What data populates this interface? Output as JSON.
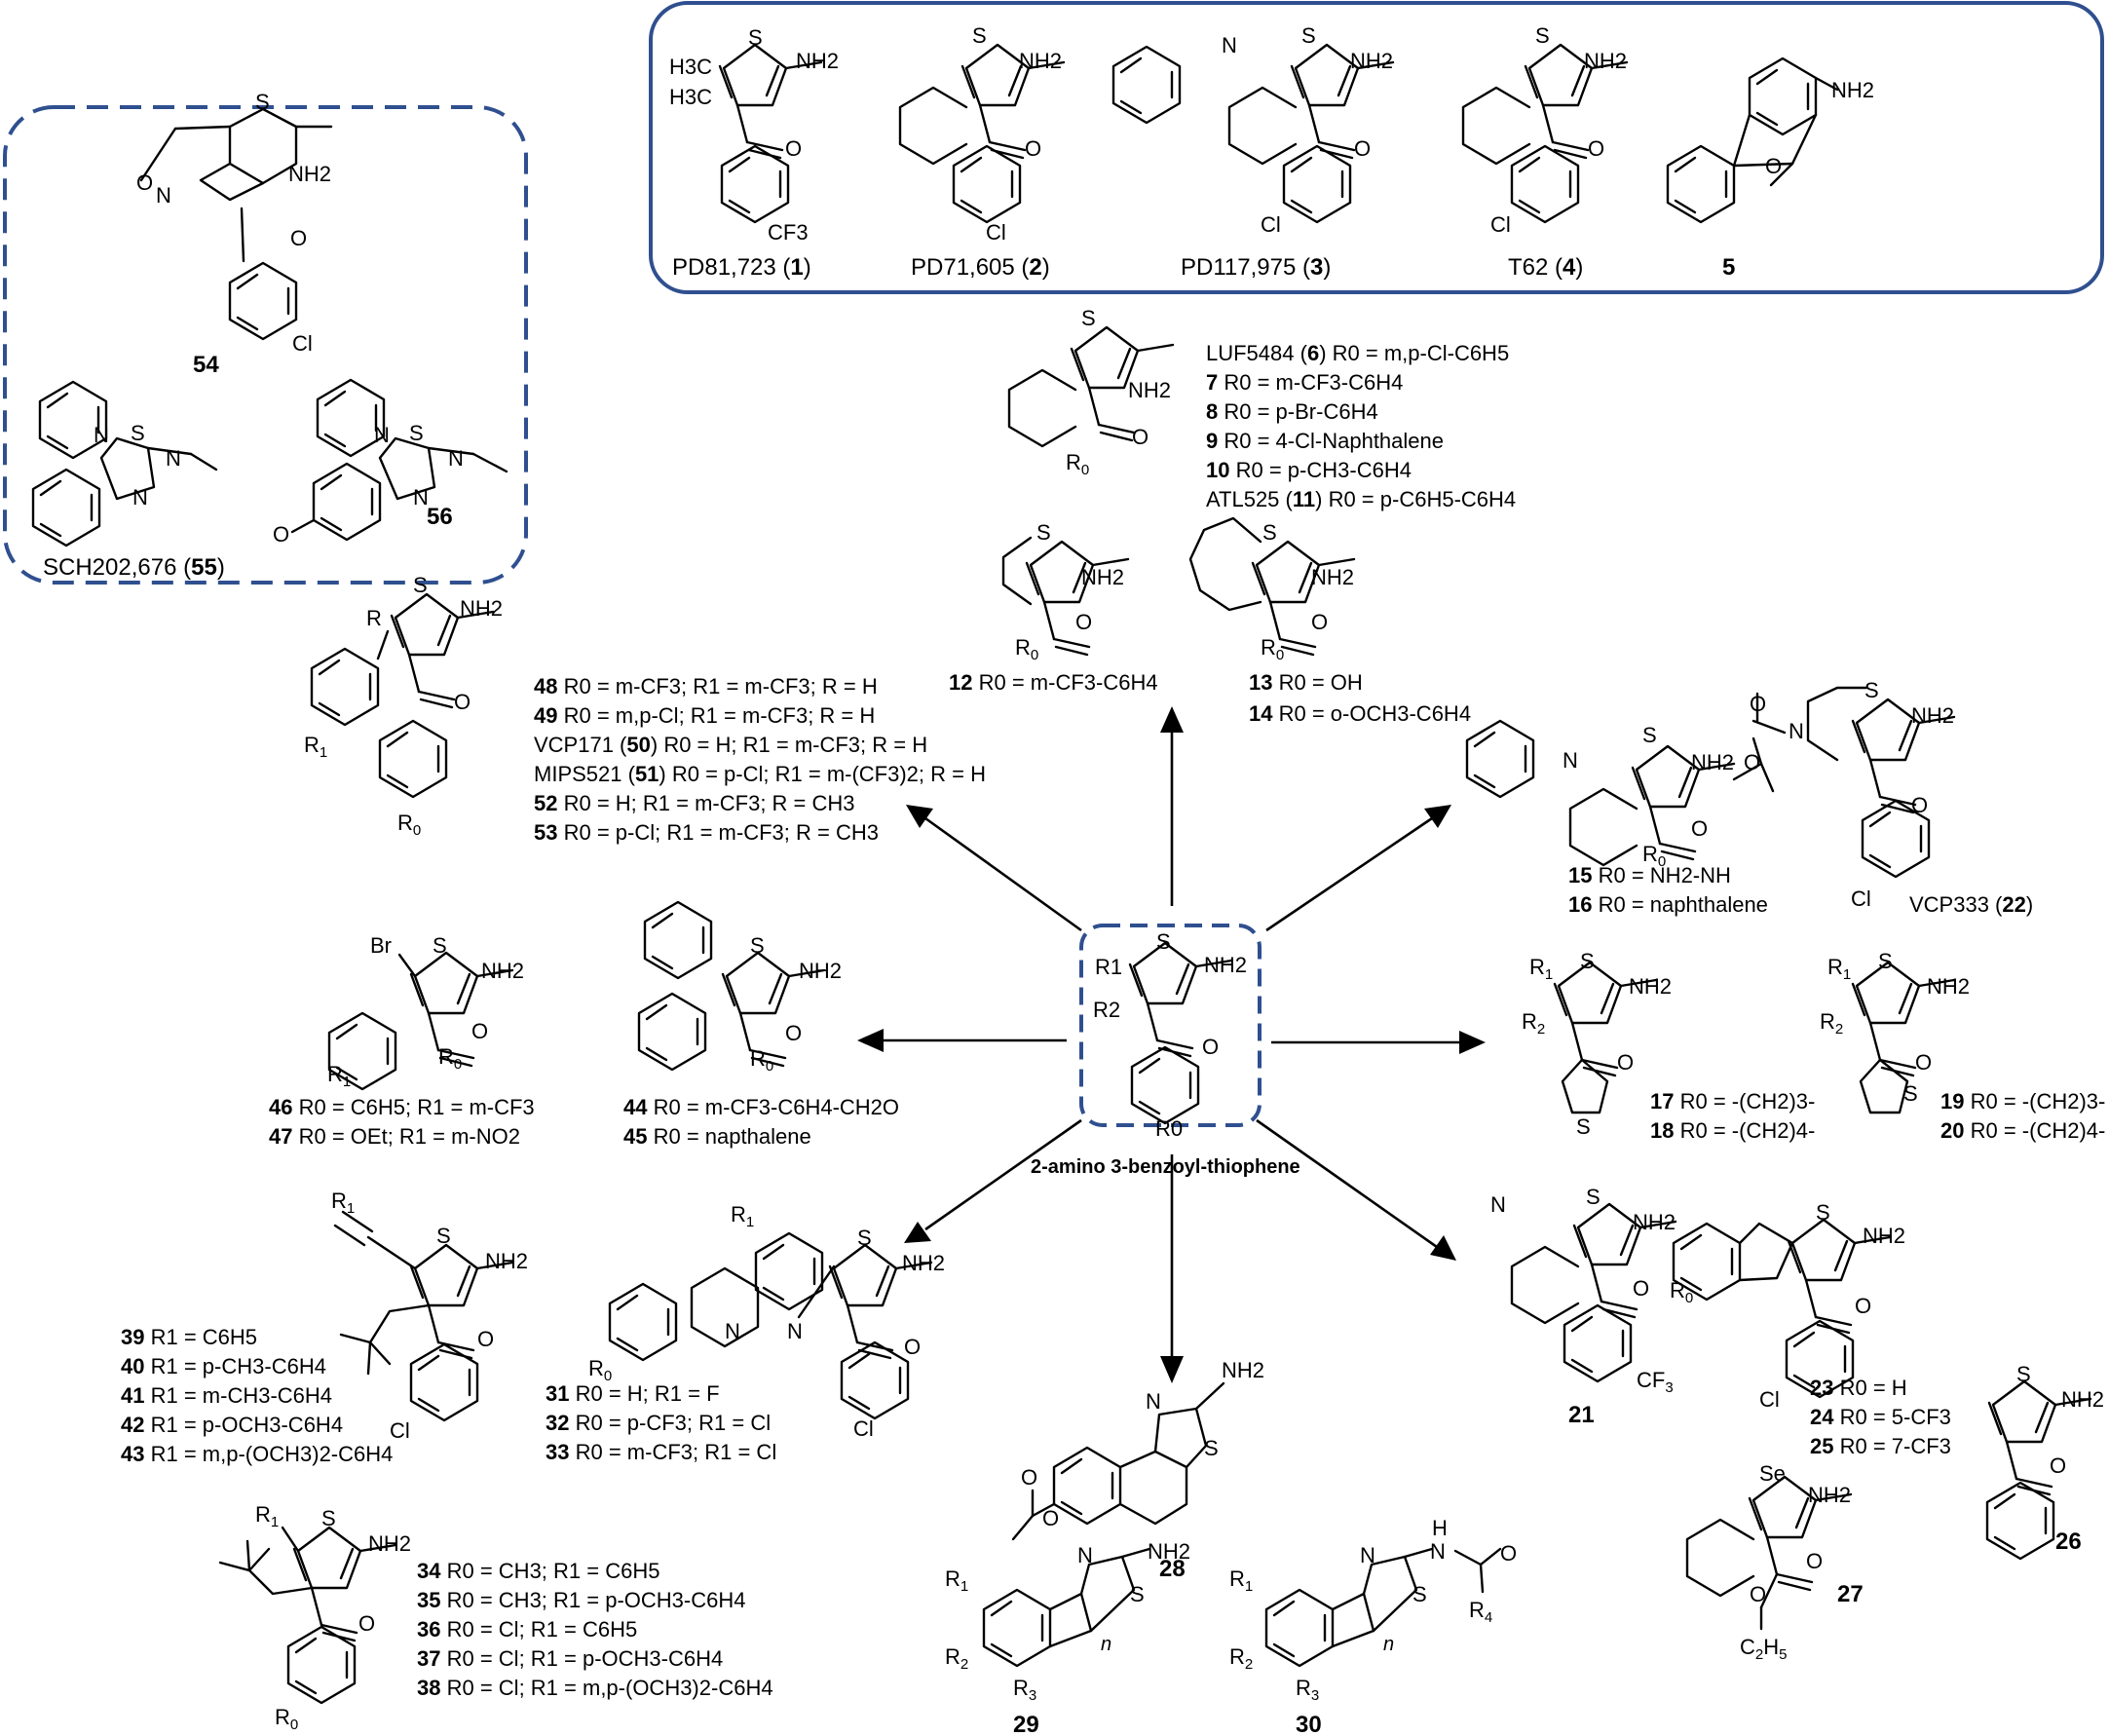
{
  "colors": {
    "frame": "#2f4f8f",
    "ink": "#000000",
    "background": "#ffffff"
  },
  "core": {
    "label": "2-amino 3-benzoyl-thiophene",
    "atoms": [
      "R1",
      "S",
      "NH2",
      "R2",
      "O",
      "R0"
    ]
  },
  "known": [
    {
      "name": "PD81,723",
      "num": "1",
      "subst": "CF3",
      "lead": [
        "H3C",
        "H3C"
      ]
    },
    {
      "name": "PD71,605",
      "num": "2",
      "subst": "Cl"
    },
    {
      "name": "PD117,975",
      "num": "3",
      "subst": "Cl",
      "het": "N"
    },
    {
      "name": "T62",
      "num": "4",
      "subst": "Cl"
    },
    {
      "name": "",
      "num": "5"
    }
  ],
  "group_allo": {
    "54": {
      "num": "54",
      "subst": "Cl"
    },
    "55": {
      "name": "SCH202,676",
      "num": "55"
    },
    "56": {
      "num": "56"
    }
  },
  "g6": [
    [
      "LUF5484 (",
      "6",
      ") R0 = m,p-Cl-C6H5"
    ],
    [
      "",
      "7",
      " R0 = m-CF3-C6H4"
    ],
    [
      "",
      "8",
      " R0 = p-Br-C6H4"
    ],
    [
      "",
      "9",
      " R0 = 4-Cl-Naphthalene"
    ],
    [
      "",
      "10",
      " R0 = p-CH3-C6H4"
    ],
    [
      "ATL525 (",
      "11",
      ") R0 = p-C6H5-C6H4"
    ]
  ],
  "g12": [
    "12",
    " R0 = m-CF3-C6H4"
  ],
  "g13": [
    [
      "13",
      " R0 = OH"
    ],
    [
      "14",
      " R0 = o-OCH3-C6H4"
    ]
  ],
  "g48": [
    [
      "",
      "48",
      " R0 = m-CF3; R1 = m-CF3; R = H"
    ],
    [
      "",
      "49",
      " R0 = m,p-Cl; R1 = m-CF3; R = H"
    ],
    [
      "VCP171 (",
      "50",
      ") R0 = H; R1 = m-CF3; R = H"
    ],
    [
      "MIPS521 (",
      "51",
      ") R0 = p-Cl; R1 = m-(CF3)2; R = H"
    ],
    [
      "",
      "52",
      " R0 = H; R1 = m-CF3; R = CH3"
    ],
    [
      "",
      "53",
      " R0 = p-Cl; R1 = m-CF3; R = CH3"
    ]
  ],
  "g15": [
    [
      "15",
      " R0 = NH2-NH"
    ],
    [
      "16",
      " R0 = naphthalene"
    ]
  ],
  "g22": {
    "name": "VCP333 (",
    "num": "22",
    "tail": ")"
  },
  "g46": [
    [
      "46",
      " R0 = C6H5; R1 = m-CF3"
    ],
    [
      "47",
      " R0 = OEt; R1 = m-NO2"
    ]
  ],
  "g44": [
    [
      "44",
      " R0 = m-CF3-C6H4-CH2O"
    ],
    [
      "45",
      " R0 = napthalene"
    ]
  ],
  "g17": [
    [
      "17",
      " R0 = -(CH2)3-"
    ],
    [
      "18",
      " R0 = -(CH2)4-"
    ]
  ],
  "g19": [
    [
      "19",
      " R0 = -(CH2)3-"
    ],
    [
      "20",
      " R0 = -(CH2)4-"
    ]
  ],
  "g39": [
    [
      "39",
      " R1 = C6H5"
    ],
    [
      "40",
      " R1 = p-CH3-C6H4"
    ],
    [
      "41",
      " R1 = m-CH3-C6H4"
    ],
    [
      "42",
      " R1 = p-OCH3-C6H4"
    ],
    [
      "43",
      " R1 = m,p-(OCH3)2-C6H4"
    ]
  ],
  "g31": [
    [
      "31",
      " R0 = H; R1 = F"
    ],
    [
      "32",
      " R0 = p-CF3; R1 = Cl"
    ],
    [
      "33",
      " R0 = m-CF3; R1 = Cl"
    ]
  ],
  "g34": [
    [
      "34",
      " R0 = CH3; R1 = C6H5"
    ],
    [
      "35",
      " R0 = CH3; R1 = p-OCH3-C6H4"
    ],
    [
      "36",
      " R0 = Cl; R1 = C6H5"
    ],
    [
      "37",
      " R0 = Cl; R1 = p-OCH3-C6H4"
    ],
    [
      "38",
      " R0 = Cl; R1 = m,p-(OCH3)2-C6H4"
    ]
  ],
  "g23": [
    [
      "23",
      " R0 = H"
    ],
    [
      "24",
      " R0 = 5-CF3"
    ],
    [
      "25",
      " R0 = 7-CF3"
    ]
  ],
  "singles": {
    "21": "21",
    "26": "26",
    "27": "27",
    "28": "28",
    "29": "29",
    "30": "30"
  },
  "atoms": {
    "S": "S",
    "N": "N",
    "O": "O",
    "Cl": "Cl",
    "Br": "Br",
    "Se": "Se",
    "NH2": "NH2",
    "H": "H",
    "n": "n",
    "C2H5": "C2H5"
  }
}
